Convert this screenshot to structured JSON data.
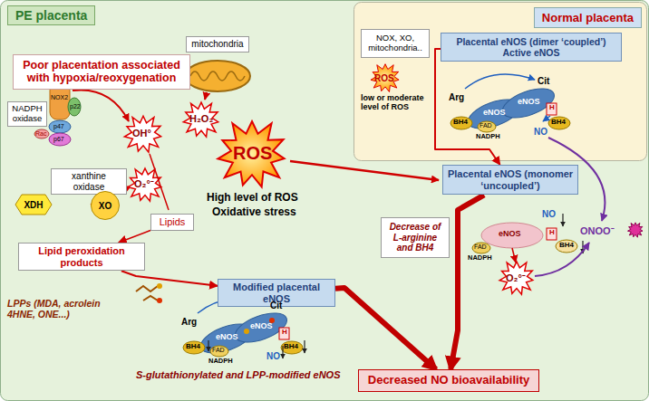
{
  "diagram": {
    "nodes": [
      {
        "text": [
          "PE placenta"
        ]
      },
      {
        "text": [
          "Poor placentation associated with hypoxia/reoxygenation"
        ],
        "in": 0
      },
      {
        "text": [
          "Normal placenta"
        ],
        "in": 0
      },
      {
        "text": [
          "NOX, XO, mitochondria.."
        ],
        "in": 2
      },
      {
        "text": [
          "Placental eNOS (dimer ‘coupled’)",
          "Active eNOS"
        ],
        "in": 2
      },
      {
        "text": [
          "NADPH oxidase"
        ],
        "in": 0
      },
      {
        "text": [
          "mitochondria"
        ],
        "in": 0
      },
      {
        "text": [
          "xanthine oxidase"
        ],
        "in": 0
      },
      {
        "text": [
          "XDH"
        ],
        "in": 0
      },
      {
        "text": [
          "XO"
        ],
        "in": 0
      },
      {
        "text": [
          "Lipids"
        ],
        "in": 0
      },
      {
        "text": [
          "Lipid peroxidation products"
        ],
        "in": 0
      },
      {
        "text": [
          "Modified placental eNOS"
        ],
        "in": 0
      },
      {
        "text": [
          "Placental eNOS (monomer ‘uncoupled’)"
        ],
        "in": 0
      },
      {
        "text": [
          "Decrease of L-arginine and BH4"
        ],
        "in": 0
      },
      {
        "text": [
          "Decreased NO bioavailability"
        ],
        "in": 0
      }
    ],
    "edges": [
      {
        "from": 10,
        "to": 11,
        "arrow": "to"
      },
      {
        "from": 11,
        "to": 12,
        "arrow": "to"
      },
      {
        "from": 4,
        "to": 13,
        "arrow": "to"
      },
      {
        "from": 12,
        "to": 15,
        "arrow": "to"
      },
      {
        "from": 13,
        "to": 15,
        "arrow": "to"
      }
    ],
    "labels": [
      "NOX2",
      "p22",
      "p47",
      "p67",
      "Rac",
      "OH°",
      "H₂O₂",
      "O₂°⁻",
      "ROS",
      "High level of ROS",
      "Oxidative stress",
      "LPPs (MDA, acrolein 4HNE, ONE...)",
      "S-glutathionylated and LPP-modified eNOS",
      "Arg",
      "Cit",
      "eNOS",
      "eNOS",
      "BH4",
      "FAD",
      "NADPH",
      "H",
      "NO",
      "BH4",
      "ROS",
      "low or moderate level of ROS",
      "Arg",
      "Cit",
      "eNOS",
      "eNOS",
      "BH4",
      "FAD",
      "NADPH",
      "H",
      "NO",
      "BH4",
      "eNOS",
      "H",
      "NO",
      "FAD",
      "NADPH",
      "BH4",
      "O₂°⁻",
      "ONOO⁻"
    ]
  }
}
